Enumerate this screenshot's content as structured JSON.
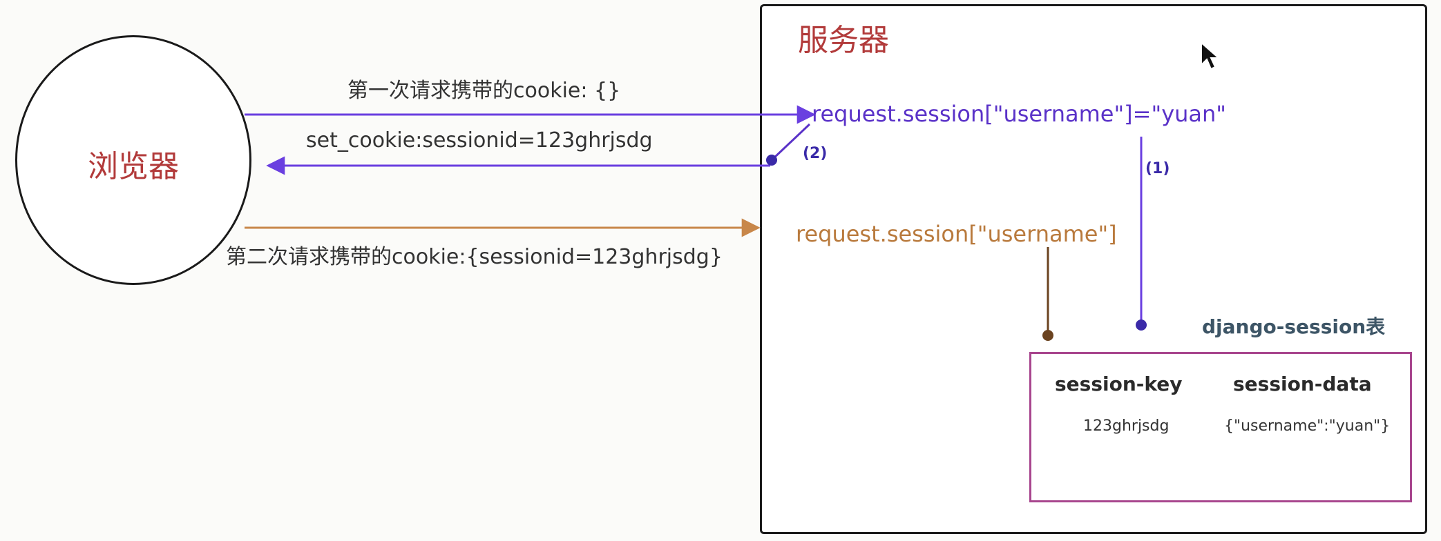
{
  "browser": {
    "label": "浏览器"
  },
  "server": {
    "title": "服务器"
  },
  "flows": {
    "first_request": "第一次请求携带的cookie:   {}",
    "set_cookie": "set_cookie:sessionid=123ghrjsdg",
    "second_request": "第二次请求携带的cookie:{sessionid=123ghrjsdg}"
  },
  "server_code": {
    "assign": "request.session[\"username\"]=\"yuan\"",
    "read": "request.session[\"username\"]"
  },
  "markers": {
    "one": "(1)",
    "two": "(2)"
  },
  "table": {
    "title": "django-session表",
    "headers": [
      "session-key",
      "session-data"
    ],
    "rows": [
      [
        "123ghrjsdg",
        "{\"username\":\"yuan\"}"
      ]
    ]
  },
  "colors": {
    "purple": "#5a32c8",
    "orange": "#b97a3d",
    "brown": "#6b4320",
    "red_label": "#b23a3a",
    "table_border": "#a8468e"
  },
  "icons": {
    "cursor": "mouse-pointer-icon"
  }
}
